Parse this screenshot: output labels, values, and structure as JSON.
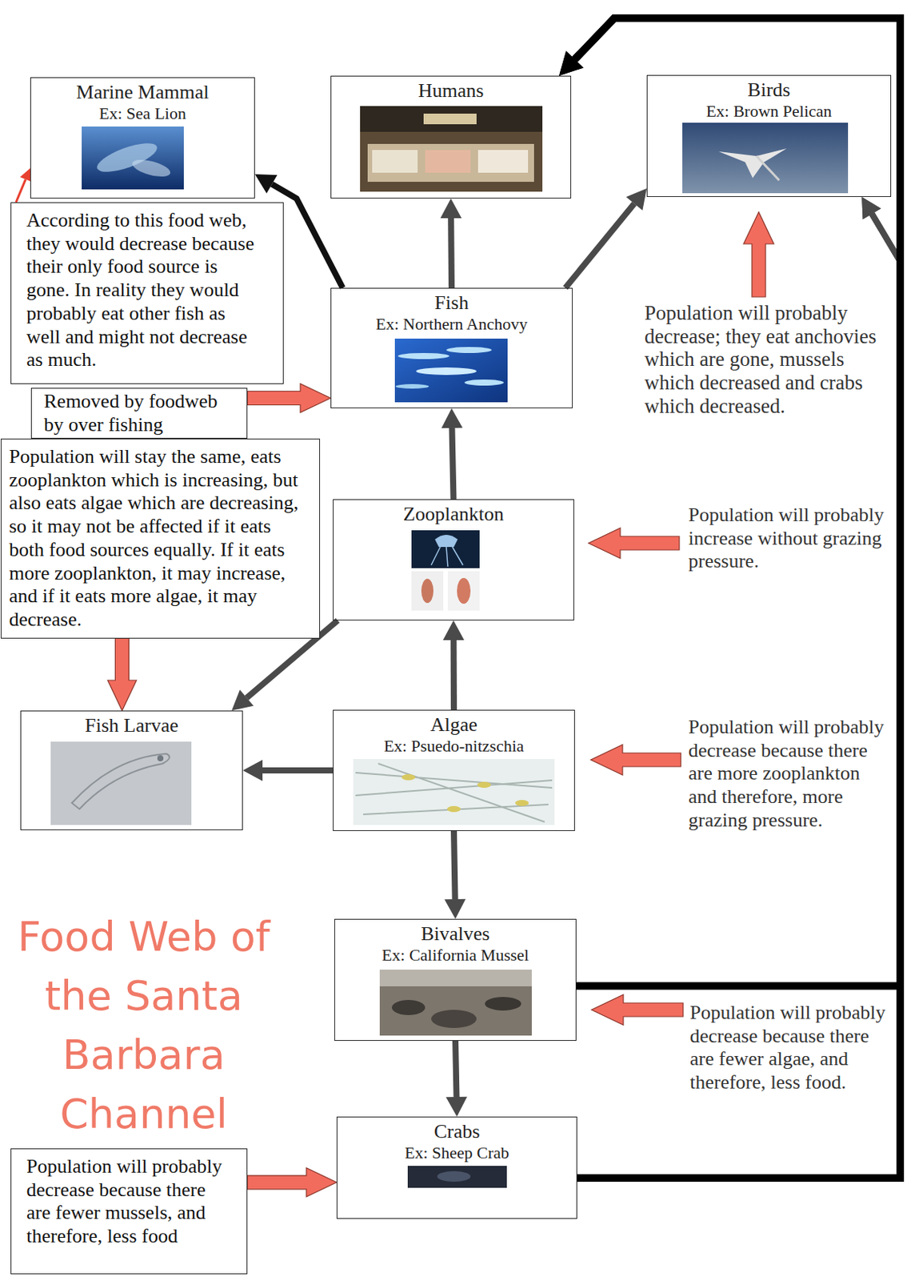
{
  "diagram": {
    "title": "Food Web of the Santa Barbara Channel",
    "nodes": [
      {
        "text": [
          "Marine Mammal",
          "Ex: Sea Lion"
        ]
      },
      {
        "text": [
          "Humans"
        ]
      },
      {
        "text": [
          "Birds",
          "Ex: Brown Pelican"
        ]
      },
      {
        "text": [
          "According to this food web, they would decrease because their only food source is gone. In reality they would probably eat other fish as well and might not decrease as much."
        ]
      },
      {
        "text": [
          "Fish",
          "Ex: Northern Anchovy"
        ]
      },
      {
        "text": [
          "Removed by foodweb by over fishing"
        ]
      },
      {
        "text": [
          "Population will stay the same, eats zooplankton which is increasing, but also eats algae which are decreasing, so it may not be affected if it eats both food sources equally. If it eats more zooplankton, it may increase, and if it eats more algae, it may decrease."
        ]
      },
      {
        "text": [
          "Zooplankton"
        ]
      },
      {
        "text": [
          "Fish Larvae"
        ]
      },
      {
        "text": [
          "Algae",
          "Ex: Psuedo-nitzschia"
        ]
      },
      {
        "text": [
          "Bivalves",
          "Ex: California Mussel"
        ]
      },
      {
        "text": [
          "Crabs",
          "Ex: Sheep Crab"
        ]
      },
      {
        "text": [
          "Population will probably decrease because there are fewer mussels, and therefore, less food"
        ]
      }
    ],
    "edges": [
      {
        "from": 4,
        "to": 1,
        "arrow": "to"
      },
      {
        "from": 4,
        "to": 0,
        "arrow": "to"
      },
      {
        "from": 4,
        "to": 2,
        "arrow": "to"
      },
      {
        "from": 3,
        "to": 0,
        "arrow": "to"
      },
      {
        "from": 5,
        "to": 4,
        "arrow": "to"
      },
      {
        "from": 7,
        "to": 4,
        "arrow": "to"
      },
      {
        "from": 6,
        "to": 8,
        "arrow": "to"
      },
      {
        "from": 7,
        "to": 8,
        "arrow": "to"
      },
      {
        "from": 9,
        "to": 7,
        "arrow": "to"
      },
      {
        "from": 9,
        "to": 8,
        "arrow": "to"
      },
      {
        "from": 9,
        "to": 10,
        "arrow": "to"
      },
      {
        "from": 10,
        "to": 11,
        "arrow": "to"
      },
      {
        "from": 10,
        "to": 1,
        "arrow": "to"
      },
      {
        "from": 11,
        "to": 1,
        "arrow": "to"
      },
      {
        "from": 10,
        "to": 2,
        "arrow": "to"
      },
      {
        "from": 11,
        "to": 2,
        "arrow": "to"
      },
      {
        "from": 12,
        "to": 11,
        "arrow": "to"
      }
    ],
    "labels": [
      "Population will probably decrease; they eat anchovies which are gone, mussels which decreased and crabs which decreased.",
      "Population will probably increase without grazing pressure.",
      "Population will probably decrease because there are more zooplankton and therefore, more grazing pressure.",
      "Population will probably decrease because there are fewer algae, and therefore, less food."
    ]
  }
}
